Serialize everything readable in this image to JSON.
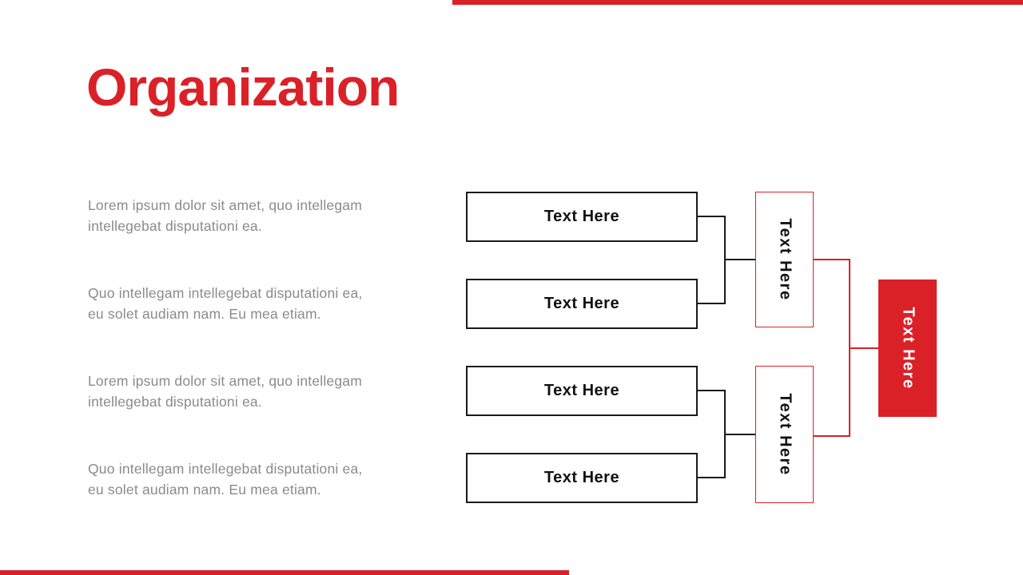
{
  "slide": {
    "title": "Organization",
    "accent_color": "#da2128",
    "background_color": "#ffffff",
    "body_text_color": "#8b8b8b"
  },
  "paragraphs": [
    {
      "line1": "Lorem ipsum dolor sit amet, quo intellegam",
      "line2": "intellegebat disputationi ea."
    },
    {
      "line1": "Quo intellegam intellegebat disputationi ea,",
      "line2": "eu solet audiam nam. Eu mea etiam."
    },
    {
      "line1": "Lorem ipsum dolor sit amet, quo intellegam",
      "line2": "intellegebat disputationi ea."
    },
    {
      "line1": "Quo intellegam intellegebat disputationi ea,",
      "line2": "eu solet audiam nam. Eu mea etiam."
    }
  ],
  "org_chart": {
    "level1": [
      {
        "label": "Text Here"
      },
      {
        "label": "Text Here"
      },
      {
        "label": "Text Here"
      },
      {
        "label": "Text Here"
      }
    ],
    "level2": [
      {
        "label": "Text Here"
      },
      {
        "label": "Text Here"
      }
    ],
    "level3": [
      {
        "label": "Text Here"
      }
    ]
  }
}
